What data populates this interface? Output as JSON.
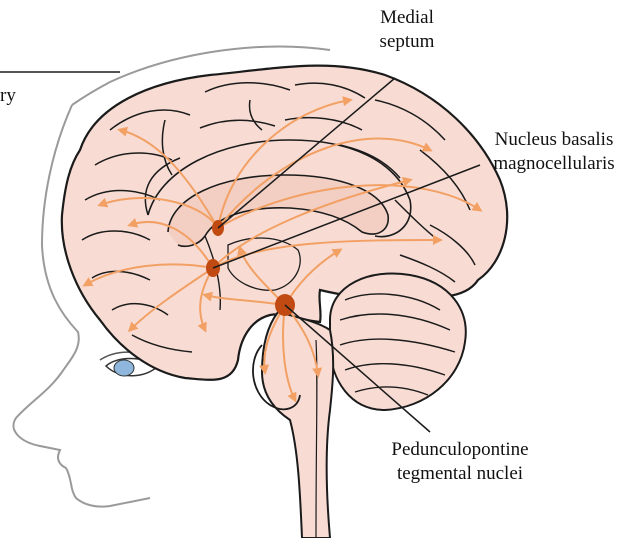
{
  "labels": {
    "cut_off_label": "ry",
    "medial_septum": {
      "line1": "Medial",
      "line2": "septum"
    },
    "nucleus_basalis": {
      "line1": "Nucleus basalis",
      "line2": "magnocellularis"
    },
    "pedunculopontine": {
      "line1": "Pedunculopontine",
      "line2": "tegmental nuclei"
    }
  },
  "colors": {
    "brain_fill": "#f8dcd3",
    "outline": "#1b1b1b",
    "pathway": "#f2a064",
    "nucleus": "#c04a12",
    "eye_iris": "#8fb6dc",
    "label_text": "#111111"
  }
}
